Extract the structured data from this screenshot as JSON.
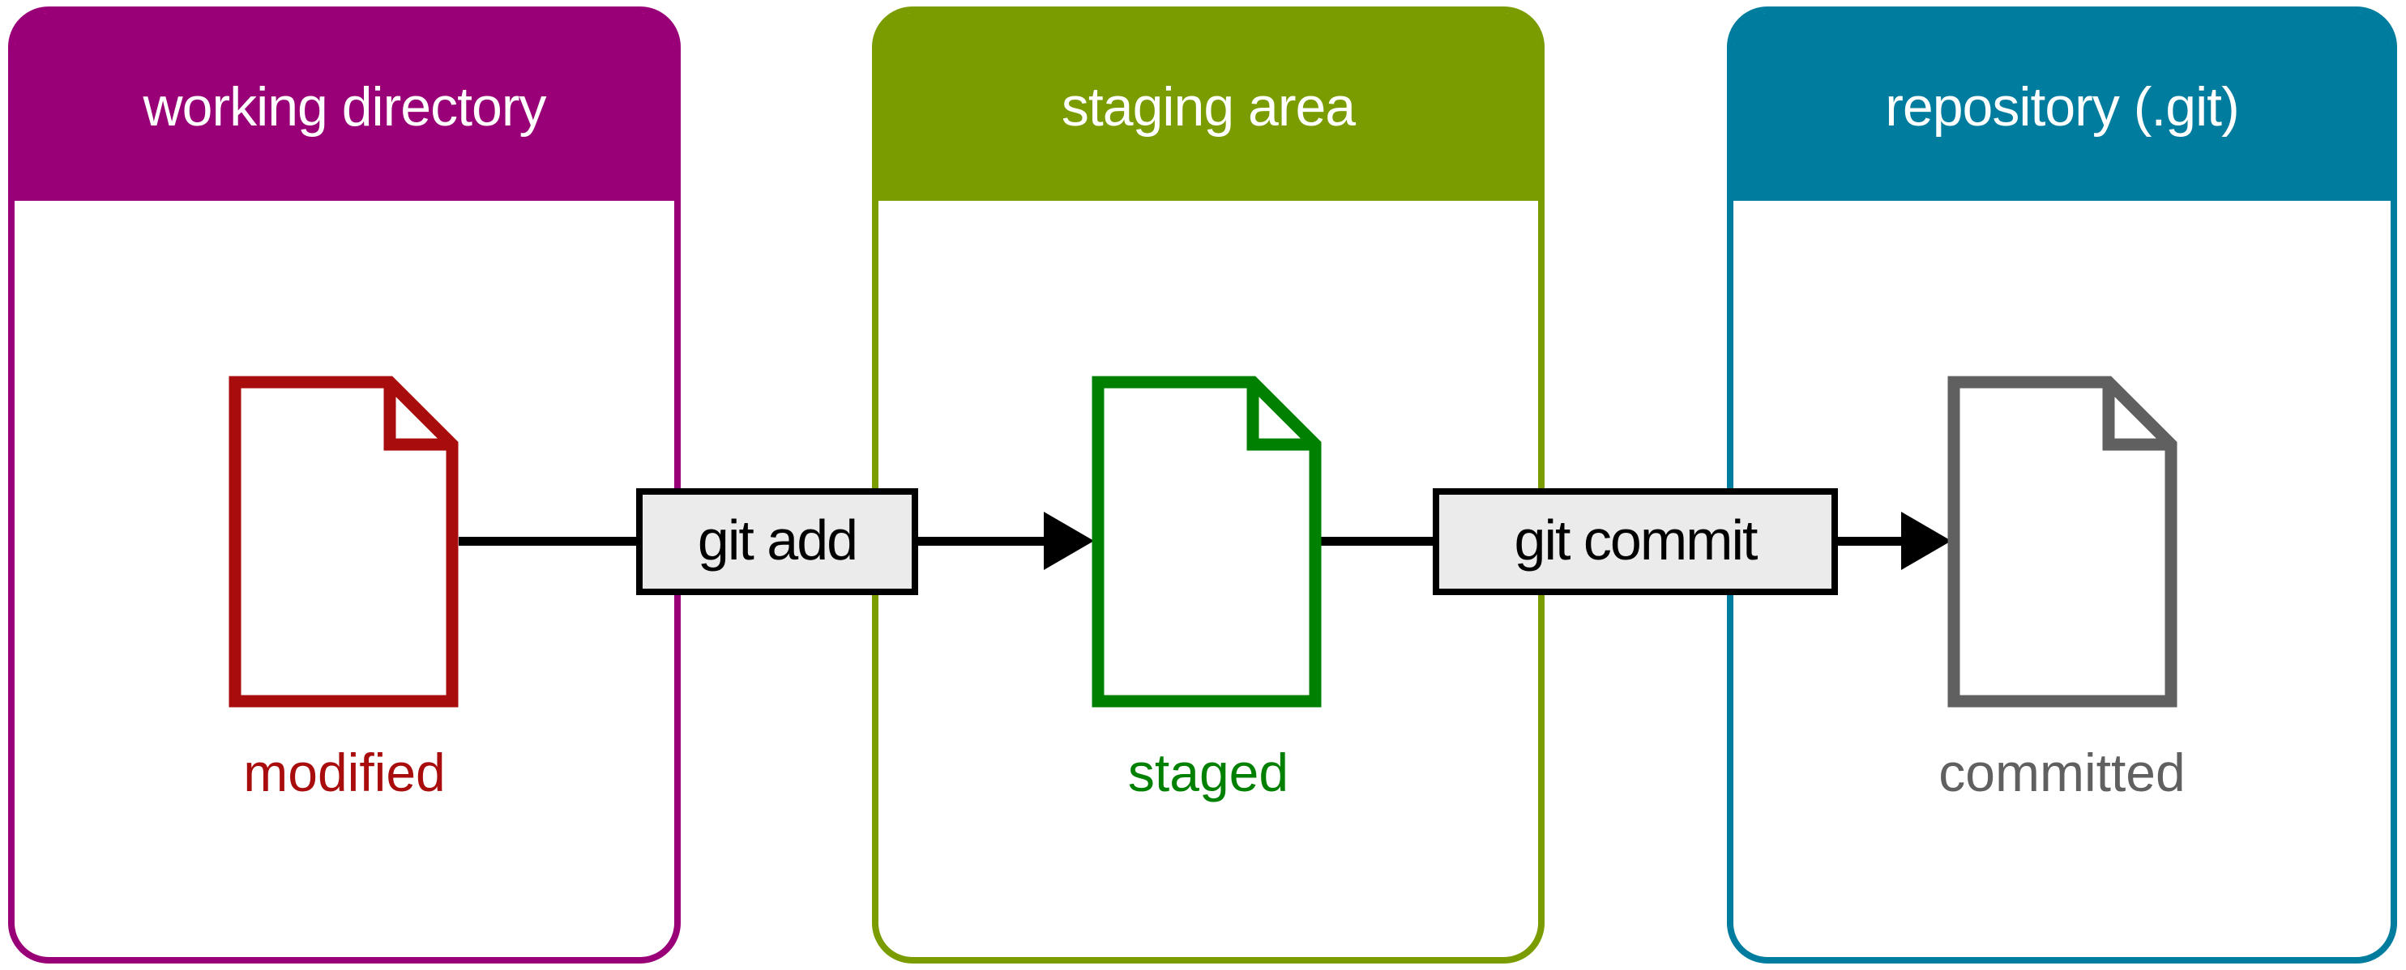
{
  "diagram": {
    "background": "#ffffff",
    "columns": [
      {
        "title": "working directory",
        "color": "#990077",
        "file_icon": "document-icon",
        "file_color": "#a80c0c",
        "state_label": "modified",
        "state_color": "#a80c0c"
      },
      {
        "title": "staging area",
        "color": "#7a9c00",
        "file_icon": "document-icon",
        "file_color": "#008000",
        "state_label": "staged",
        "state_color": "#008000"
      },
      {
        "title": "repository (.git)",
        "color": "#007c9e",
        "file_icon": "document-icon",
        "file_color": "#606060",
        "state_label": "committed",
        "state_color": "#606060"
      }
    ],
    "arrows": [
      {
        "label": "git add",
        "line_color": "#000000",
        "box_fill": "#ebebeb",
        "box_border": "#000000"
      },
      {
        "label": "git commit",
        "line_color": "#000000",
        "box_fill": "#ebebeb",
        "box_border": "#000000"
      }
    ]
  }
}
